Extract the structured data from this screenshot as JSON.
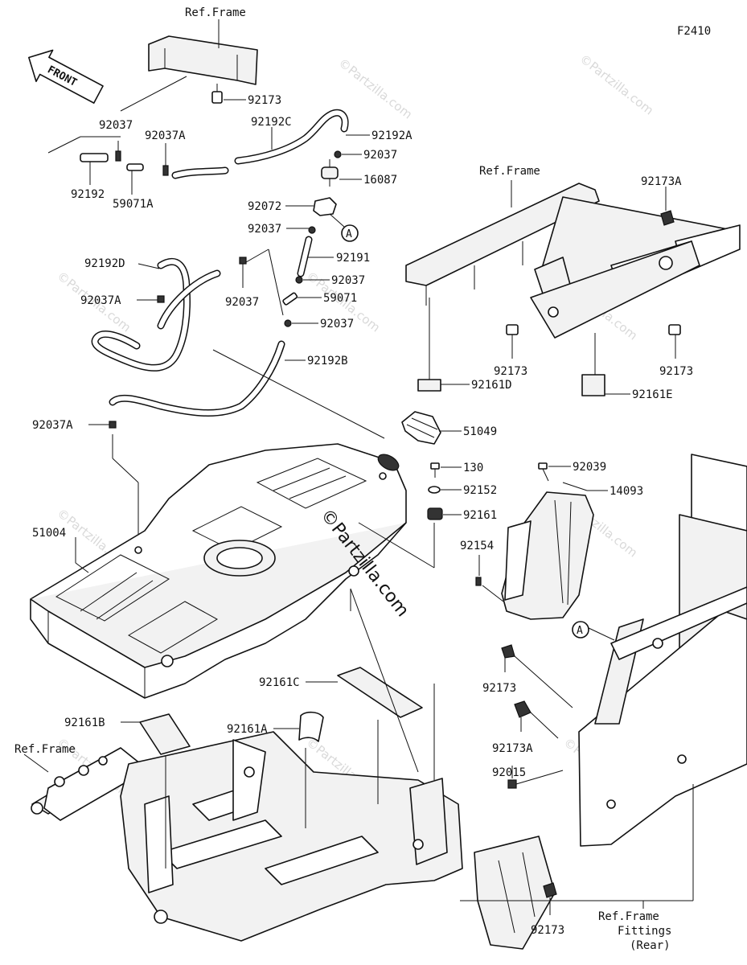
{
  "diagram_code": "F2410",
  "front_label": "FRONT",
  "callout_letter": "A",
  "watermark": "©Partzilla.com",
  "center_watermark": "©Partzilla.com",
  "labels": {
    "ref_frame_top": "Ref.Frame",
    "ref_frame_right": "Ref.Frame",
    "ref_frame_left": "Ref.Frame",
    "ref_frame_fittings_1": "Ref.Frame",
    "ref_frame_fittings_2": "Fittings",
    "ref_frame_fittings_3": "(Rear)",
    "p92173_top": "92173",
    "p92037_a": "92037",
    "p92037A_a": "92037A",
    "p92192C": "92192C",
    "p92192A": "92192A",
    "p92037_b": "92037",
    "p16087": "16087",
    "p92192": "92192",
    "p59071A": "59071A",
    "p92072": "92072",
    "p92037_c": "92037",
    "p92191": "92191",
    "p92192D": "92192D",
    "p92037A_b": "92037A",
    "p92037_d": "92037",
    "p92037_e": "92037",
    "p59071": "59071",
    "p92037_f": "92037",
    "p92192B": "92192B",
    "p92173A_top": "92173A",
    "p92173_mid_l": "92173",
    "p92173_mid_r": "92173",
    "p92161D": "92161D",
    "p92161E": "92161E",
    "p92037A_c": "92037A",
    "p51049": "51049",
    "p130": "130",
    "p92039": "92039",
    "p92152": "92152",
    "p14093": "14093",
    "p92161": "92161",
    "p51004": "51004",
    "p92154": "92154",
    "p92173_low": "92173",
    "p92161C": "92161C",
    "p92161B": "92161B",
    "p92161A": "92161A",
    "p92173A_low": "92173A",
    "p92015": "92015",
    "p92173_bottom": "92173"
  }
}
